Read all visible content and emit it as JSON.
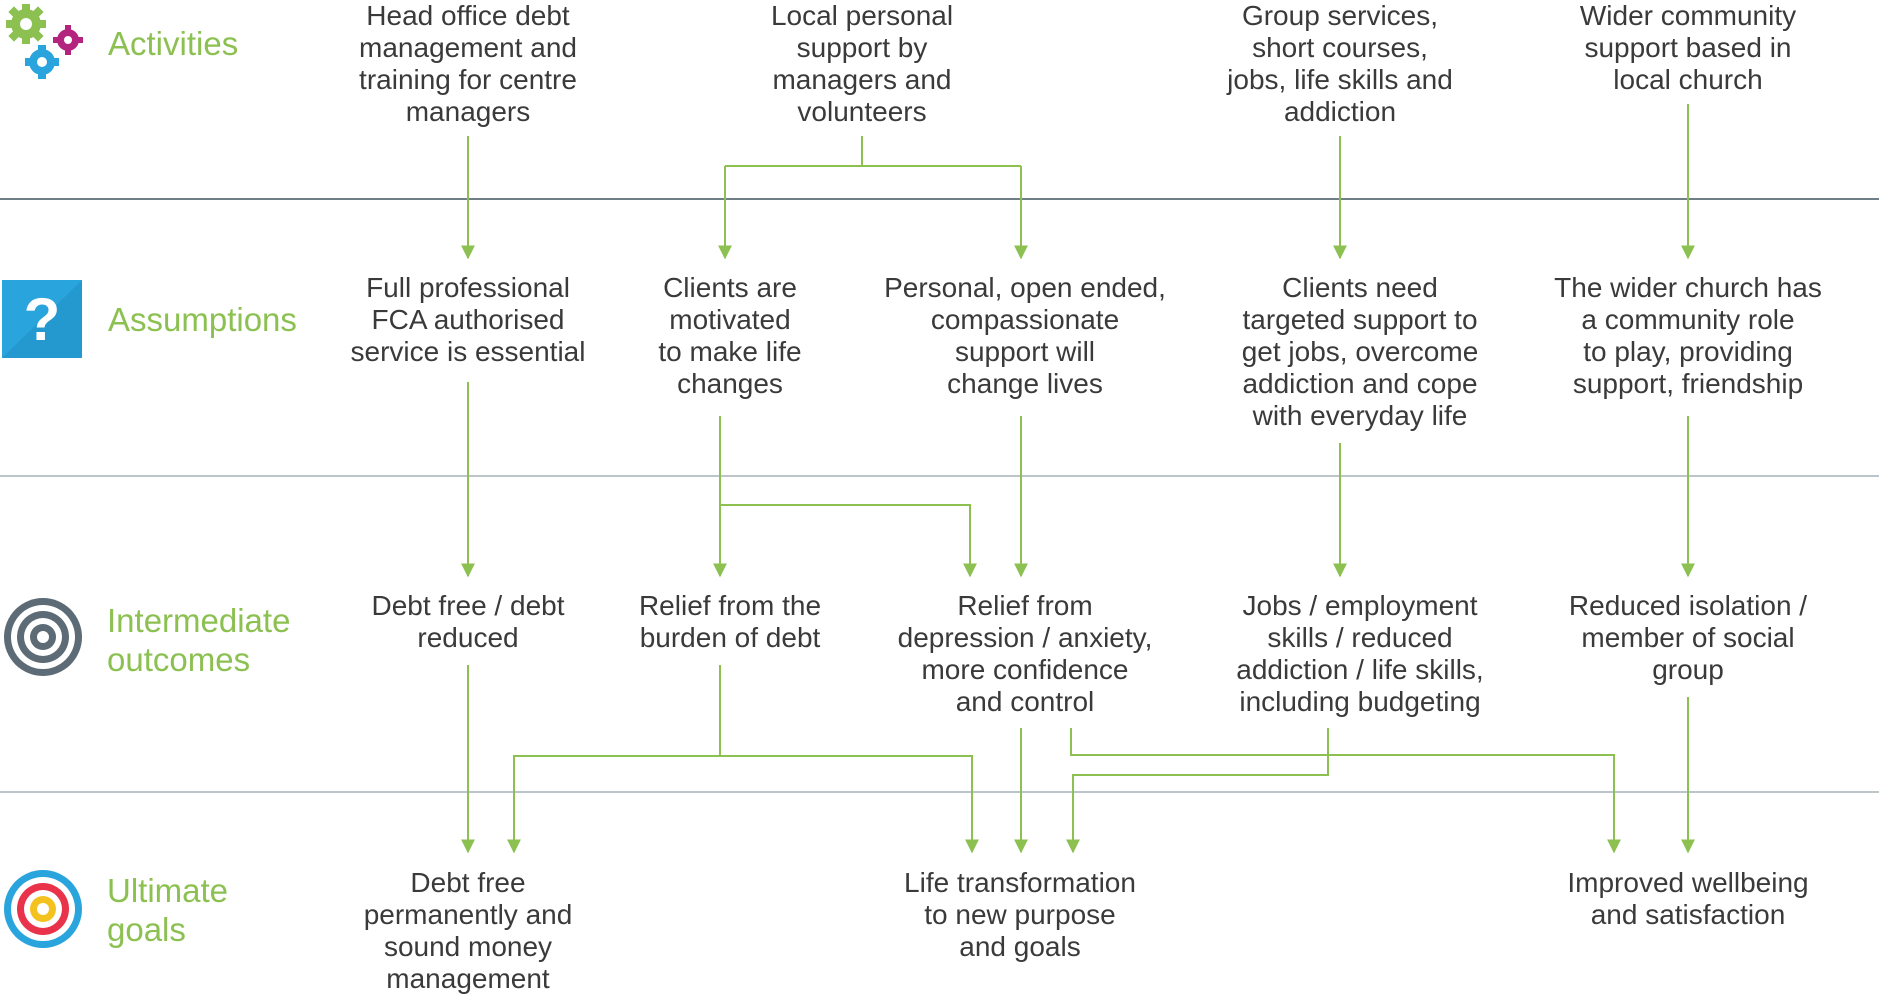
{
  "colors": {
    "label": "#8cc152",
    "arrow": "#8cc152",
    "divider": "#6e7f87",
    "text": "#3a3a3a"
  },
  "rows": {
    "activities": {
      "label": "Activities",
      "icon": "gears-icon"
    },
    "assumptions": {
      "label": "Assumptions",
      "icon": "question-icon"
    },
    "intermediate": {
      "label": "Intermediate\noutcomes",
      "icon": "concentric-target-icon"
    },
    "ultimate": {
      "label": "Ultimate\ngoals",
      "icon": "bullseye-icon"
    }
  },
  "activities": {
    "head_office": "Head office debt\nmanagement and\ntraining for centre\nmanagers",
    "local_support": "Local personal\nsupport by\nmanagers and\nvolunteers",
    "group_services": "Group services,\nshort courses,\njobs, life skills and\naddiction",
    "wider_community": "Wider community\nsupport based in\nlocal church"
  },
  "assumptions": {
    "fca": "Full professional\nFCA authorised\nservice is essential",
    "motivated": "Clients are\nmotivated\nto make life\nchanges",
    "compassionate": "Personal, open ended,\ncompassionate\nsupport will\nchange lives",
    "targeted": "Clients need\ntargeted support to\nget jobs, overcome\naddiction and cope\nwith everyday life",
    "church_role": "The wider church has\na community role\nto play, providing\nsupport, friendship"
  },
  "intermediate": {
    "debt_free": "Debt free / debt\nreduced",
    "relief_debt": "Relief from the\nburden of debt",
    "relief_depression": "Relief from\ndepression / anxiety,\nmore confidence\nand control",
    "jobs": "Jobs / employment\nskills / reduced\naddiction / life skills,\nincluding budgeting",
    "isolation": "Reduced isolation /\nmember of social\ngroup"
  },
  "ultimate": {
    "debt_free_perm": "Debt free\npermanently and\nsound money\nmanagement",
    "life_transformation": "Life transformation\nto new purpose\nand goals",
    "wellbeing": "Improved wellbeing\nand satisfaction"
  }
}
